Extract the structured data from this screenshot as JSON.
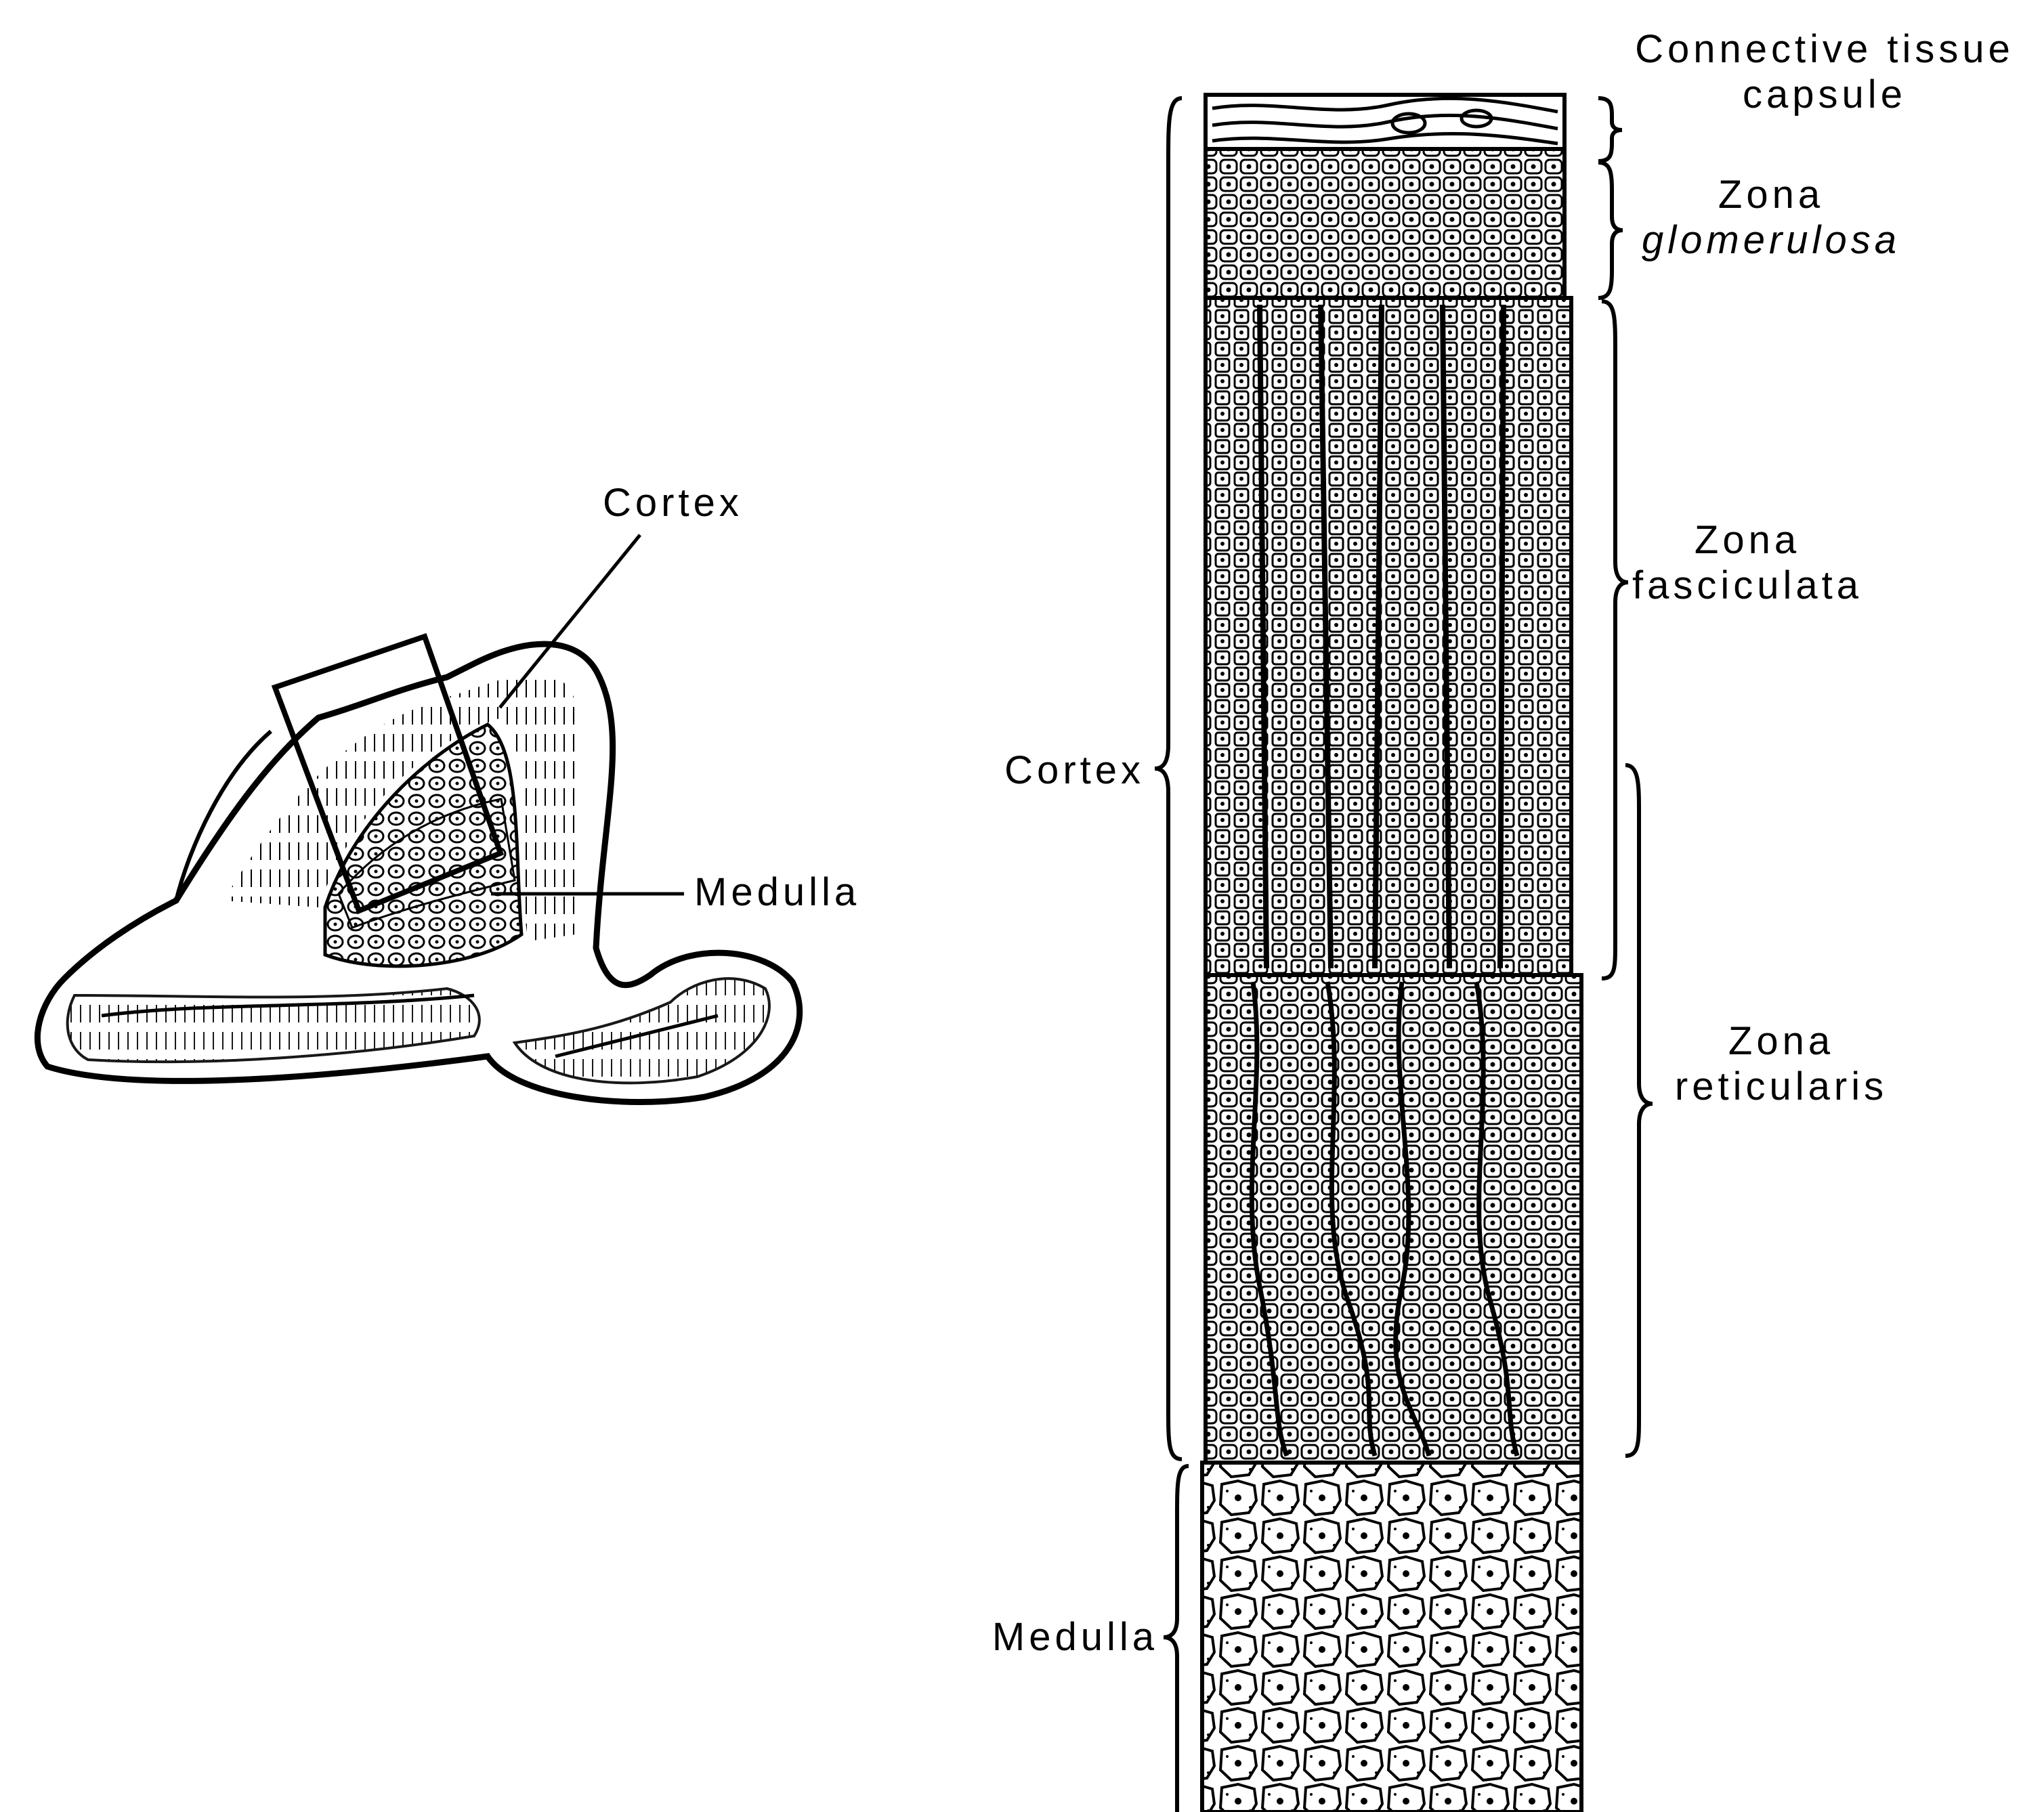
{
  "gland_view": {
    "cortex_label": "Cortex",
    "medulla_label": "Medulla"
  },
  "section_view": {
    "capsule_label": [
      "Connective tissue",
      "capsule"
    ],
    "glomerulosa_label": [
      "Zona",
      "glomerulosa"
    ],
    "fasciculata_label": [
      "Zona",
      "fasciculata"
    ],
    "reticularis_label": [
      "Zona",
      "reticularis"
    ],
    "cortex_label": "Cortex",
    "medulla_label": "Medulla"
  },
  "colors": {
    "ink": "#000000",
    "paper": "#ffffff"
  }
}
